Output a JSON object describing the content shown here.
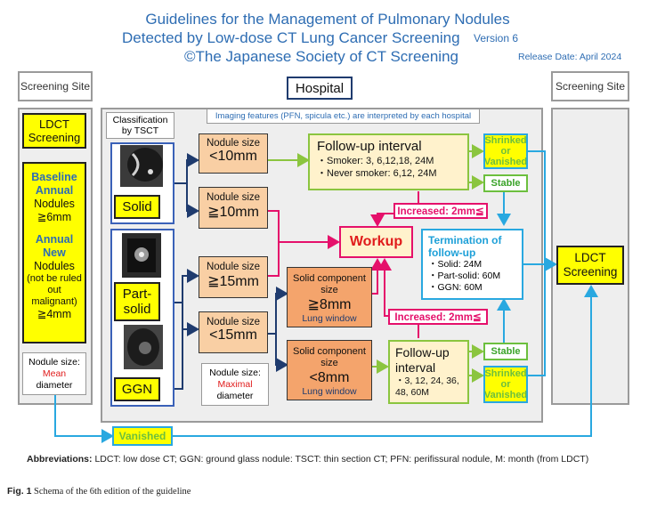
{
  "title": {
    "line1": "Guidelines for the Management of Pulmonary Nodules",
    "line2": "Detected by Low-dose CT Lung Cancer Screening",
    "version": "Version 6",
    "line3": "©The Japanese Society of CT Screening",
    "release": "Release Date: April 2024"
  },
  "headers": {
    "screening_site_left": "Screening Site",
    "hospital": "Hospital",
    "screening_site_right": "Screening Site"
  },
  "left": {
    "ldct": "LDCT Screening",
    "baseline": "Baseline Annual",
    "nodules_6": "Nodules ≧6mm",
    "annual_new": "Annual New",
    "nodules": "Nodules",
    "not_ruled_out": "(not be ruled out malignant)",
    "size_4": "≧4mm",
    "nodule_size_label": "Nodule size:",
    "mean": "Mean",
    "diameter": "diameter"
  },
  "classification": {
    "label": "Classification by TSCT",
    "solid": "Solid",
    "part_solid": "Part-solid",
    "ggn": "GGN"
  },
  "imaging_note": "Imaging features (PFN, spicula etc.) are interpreted by each hospital",
  "nodes": {
    "solid_lt10_label": "Nodule size",
    "solid_lt10_value": "<10mm",
    "solid_ge10_label": "Nodule size",
    "solid_ge10_value": "≧10mm",
    "sub_ge15_label": "Nodule size",
    "sub_ge15_value": "≧15mm",
    "sub_lt15_label": "Nodule size",
    "sub_lt15_value": "<15mm",
    "comp_ge8_label": "Solid component size",
    "comp_ge8_value": "≧8mm",
    "comp_ge8_window": "Lung window",
    "comp_lt8_label": "Solid component size",
    "comp_lt8_value": "<8mm",
    "comp_lt8_window": "Lung window",
    "maximal_label": "Nodule size:",
    "maximal": "Maximal",
    "maximal_diameter": "diameter"
  },
  "followup_top": {
    "title": "Follow-up interval",
    "smoker": "・Smoker: 3, 6,12,18, 24M",
    "never": "・Never smoker: 6,12, 24M"
  },
  "followup_bottom": {
    "title": "Follow-up interval",
    "values": "・3, 12, 24, 36, 48, 60M"
  },
  "tags": {
    "shrinked_top": "Shrinked or Vanished",
    "stable_top": "Stable",
    "increased_top": "Increased: 2mm≦",
    "increased_bottom": "Increased: 2mm≦",
    "stable_bottom": "Stable",
    "shrinked_bottom": "Shrinked or Vanished",
    "vanished": "Vanished"
  },
  "workup": "Workup",
  "termination": {
    "title": "Termination of follow-up",
    "solid": "・Solid: 24M",
    "part_solid": "・Part-solid: 60M",
    "ggn": "・GGN: 60M"
  },
  "right_ldct": "LDCT Screening",
  "abbrev": {
    "label": "Abbreviations:",
    "text": "LDCT: low dose CT; GGN: ground glass nodule: TSCT: thin section CT; PFN: perifissural nodule, M: month (from LDCT)"
  },
  "caption": {
    "label": "Fig. 1",
    "text": "Schema of the 6th edition of the guideline"
  },
  "colors": {
    "title_blue": "#2e6db3",
    "arrow_green": "#8bc53f",
    "arrow_blue": "#29a8e0",
    "arrow_pink": "#e5106b",
    "arrow_navy": "#1f3b6e",
    "termination_blue": "#1ea0d8",
    "highlight_red": "#e01b1b"
  }
}
